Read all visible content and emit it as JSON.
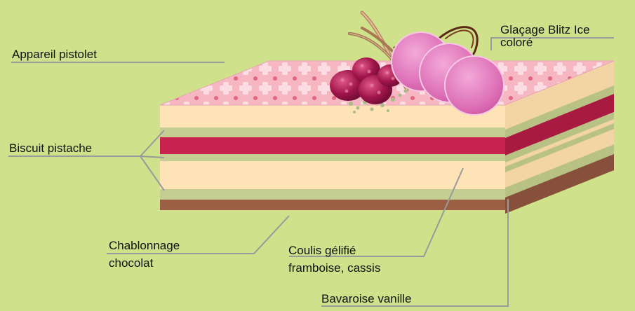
{
  "labels": {
    "appareil": "Appareil pistolet",
    "glacage_line1": "Glaçage Blitz Ice",
    "glacage_line2": "coloré",
    "biscuit": "Biscuit pistache",
    "chablonnage_line1": "Chablonnage",
    "chablonnage_line2": "chocolat",
    "coulis_line1": "Coulis gélifié",
    "coulis_line2": "framboise, cassis",
    "bavaroise": "Bavaroise vanille"
  },
  "colors": {
    "background": "#cfe18a",
    "cream": "#fde3b6",
    "pistachio": "#c5ce92",
    "coulis": "#c8224e",
    "chocolate": "#9b5f43",
    "top_pink": "#f6b7c3",
    "leader_line": "#9a9a9a"
  }
}
